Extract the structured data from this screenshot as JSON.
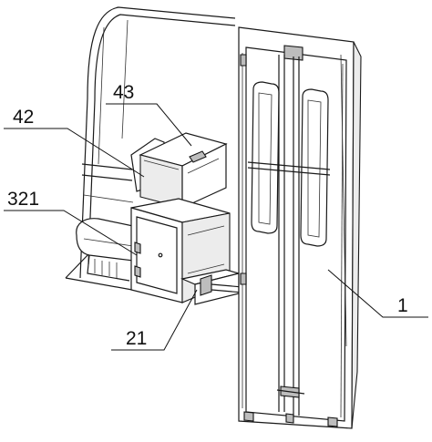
{
  "labels": {
    "l43": "43",
    "l42": "42",
    "l321": "321",
    "l21": "21",
    "l1": "1"
  }
}
